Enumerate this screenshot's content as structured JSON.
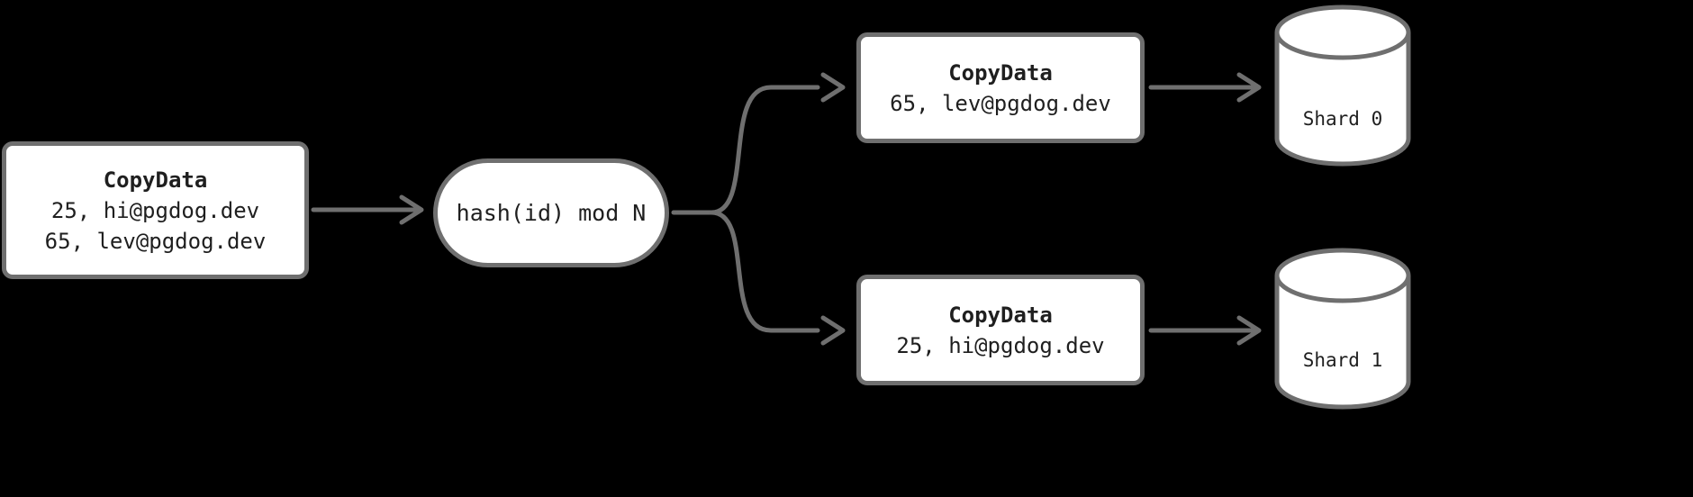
{
  "diagram": {
    "source": {
      "title": "CopyData",
      "rows": [
        "25, hi@pgdog.dev",
        "65, lev@pgdog.dev"
      ]
    },
    "hash": {
      "label": "hash(id) mod N"
    },
    "outputs": [
      {
        "title": "CopyData",
        "row": "65, lev@pgdog.dev"
      },
      {
        "title": "CopyData",
        "row": "25, hi@pgdog.dev"
      }
    ],
    "shards": [
      {
        "label": "Shard 0"
      },
      {
        "label": "Shard 1"
      }
    ]
  },
  "colors": {
    "background": "#000000",
    "node-fill": "#ffffff",
    "stroke": "#6f6f6f",
    "text": "#1f1f1f"
  }
}
